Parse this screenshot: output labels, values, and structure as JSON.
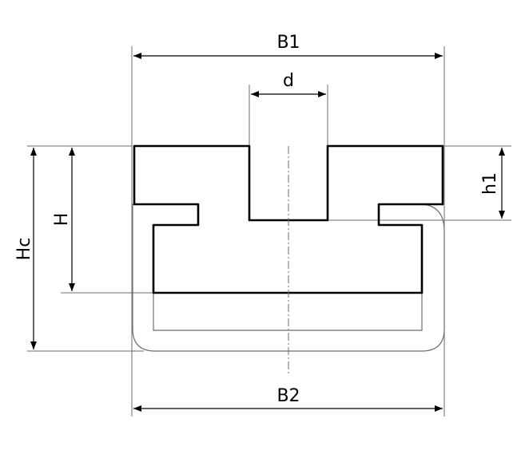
{
  "labels": {
    "b1": "B1",
    "b2": "B2",
    "d": "d",
    "h": "H",
    "hc": "Hc",
    "h1": "h1"
  },
  "colors": {
    "line": "#000000",
    "thin": "#6e6e6e",
    "background": "#ffffff"
  }
}
